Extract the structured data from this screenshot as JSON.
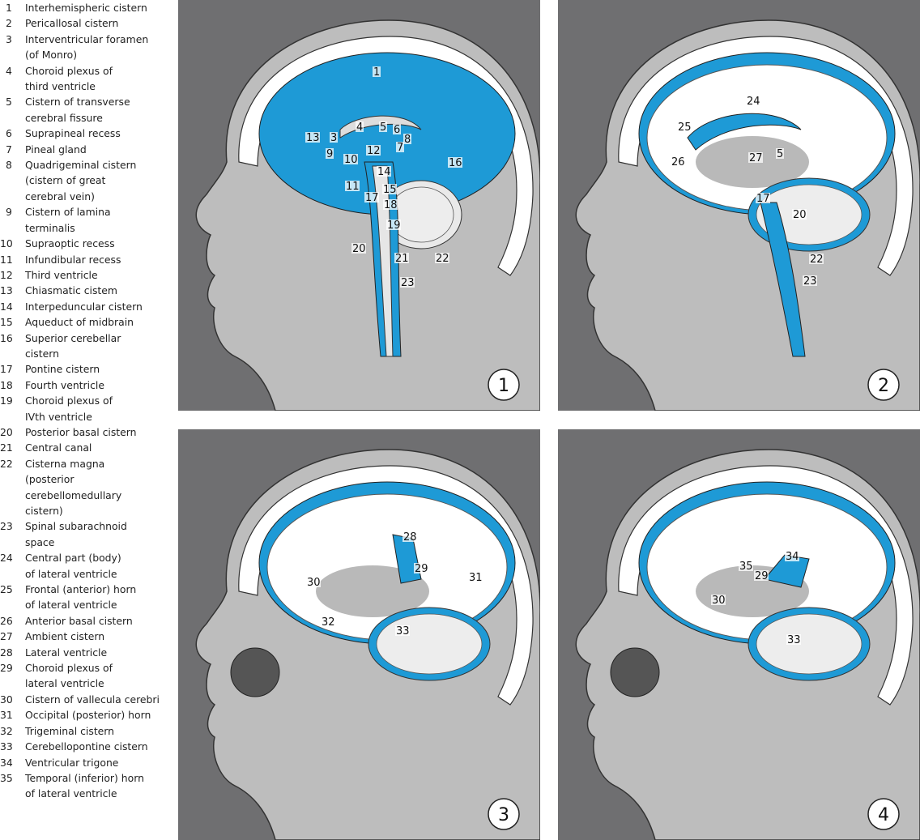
{
  "colors": {
    "csf_blue": "#1e9ad6",
    "panel_bg": "#6f6f71",
    "tissue_gray": "#bdbdbd",
    "white": "#ffffff"
  },
  "legend": [
    {
      "num": "1",
      "lines": [
        "Interhemispheric cistern"
      ]
    },
    {
      "num": "2",
      "lines": [
        "Pericallosal cistern"
      ]
    },
    {
      "num": "3",
      "lines": [
        "Interventricular foramen",
        "(of Monro)"
      ]
    },
    {
      "num": "4",
      "lines": [
        "Choroid plexus of",
        "third ventricle"
      ]
    },
    {
      "num": "5",
      "lines": [
        "Cistern of transverse",
        "cerebral fissure"
      ]
    },
    {
      "num": "6",
      "lines": [
        "Suprapineal recess"
      ]
    },
    {
      "num": "7",
      "lines": [
        "Pineal gland"
      ]
    },
    {
      "num": "8",
      "lines": [
        "Quadrigeminal cistern",
        "(cistern of great",
        "cerebral vein)"
      ]
    },
    {
      "num": "9",
      "lines": [
        "Cistern of lamina",
        "terminalis"
      ]
    },
    {
      "num": "10",
      "lines": [
        "Supraoptic recess"
      ]
    },
    {
      "num": "11",
      "lines": [
        "Infundibular recess"
      ]
    },
    {
      "num": "12",
      "lines": [
        "Third ventricle"
      ]
    },
    {
      "num": "13",
      "lines": [
        "Chiasmatic cistem"
      ]
    },
    {
      "num": "14",
      "lines": [
        "Interpeduncular cistern"
      ]
    },
    {
      "num": "15",
      "lines": [
        "Aqueduct of midbrain"
      ]
    },
    {
      "num": "16",
      "lines": [
        "Superior cerebellar",
        "cistern"
      ]
    },
    {
      "num": "17",
      "lines": [
        "Pontine cistern"
      ]
    },
    {
      "num": "18",
      "lines": [
        "Fourth ventricle"
      ]
    },
    {
      "num": "19",
      "lines": [
        "Choroid plexus of",
        "IVth ventricle"
      ]
    },
    {
      "num": "20",
      "lines": [
        "Posterior basal cistern"
      ]
    },
    {
      "num": "21",
      "lines": [
        "Central canal"
      ]
    },
    {
      "num": "22",
      "lines": [
        "Cisterna magna",
        "(posterior",
        "cerebellomedullary",
        "cistern)"
      ]
    },
    {
      "num": "23",
      "lines": [
        "Spinal subarachnoid",
        "space"
      ]
    },
    {
      "num": "24",
      "lines": [
        "Central part (body)",
        "of lateral ventricle"
      ]
    },
    {
      "num": "25",
      "lines": [
        "Frontal (anterior) horn",
        "of lateral ventricle"
      ]
    },
    {
      "num": "26",
      "lines": [
        "Anterior basal cistern"
      ]
    },
    {
      "num": "27",
      "lines": [
        "Ambient cistern"
      ]
    },
    {
      "num": "28",
      "lines": [
        "Lateral ventricle"
      ]
    },
    {
      "num": "29",
      "lines": [
        "Choroid plexus of",
        "lateral ventricle"
      ]
    },
    {
      "num": "30",
      "lines": [
        "Cistern of vallecula cerebri"
      ]
    },
    {
      "num": "31",
      "lines": [
        "Occipital (posterior) horn"
      ]
    },
    {
      "num": "32",
      "lines": [
        "Trigeminal cistern"
      ]
    },
    {
      "num": "33",
      "lines": [
        "Cerebellopontine cistern"
      ]
    },
    {
      "num": "34",
      "lines": [
        "Ventricular trigone"
      ]
    },
    {
      "num": "35",
      "lines": [
        "Temporal (inferior) horn",
        "of lateral ventricle"
      ]
    }
  ],
  "panels": [
    {
      "id": "1",
      "callouts": [
        "1",
        "3",
        "4",
        "5",
        "6",
        "7",
        "8",
        "9",
        "10",
        "11",
        "12",
        "13",
        "14",
        "15",
        "16",
        "17",
        "18",
        "19",
        "20",
        "21",
        "22",
        "23"
      ]
    },
    {
      "id": "2",
      "callouts": [
        "24",
        "25",
        "5",
        "26",
        "27",
        "17",
        "20",
        "22",
        "23"
      ]
    },
    {
      "id": "3",
      "callouts": [
        "28",
        "29",
        "31",
        "30",
        "32",
        "33"
      ]
    },
    {
      "id": "4",
      "callouts": [
        "34",
        "35",
        "29",
        "30",
        "33"
      ]
    }
  ]
}
